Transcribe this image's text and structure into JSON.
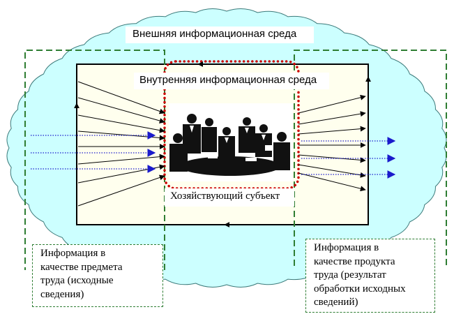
{
  "diagram": {
    "outer_label": "Внешняя информационная среда",
    "inner_label": "Внутренняя информационная среда",
    "center_label": "Хозяйствующий субъект",
    "left_note": {
      "lines": [
        "Информация в",
        "качестве предмета",
        "труда (исходные",
        "сведения)"
      ]
    },
    "right_note": {
      "lines": [
        "Информация в",
        "качестве продукта",
        "труда (результат",
        "обработки исходных",
        "сведений)"
      ]
    },
    "picture_description_icon": "people-meeting-icon",
    "colors": {
      "outer_fill": "#ccffff",
      "outer_stroke": "#3c7a7a",
      "dashed_green": "#2e7d32",
      "dotted_red": "#cc0000",
      "inner_fill": "#ffffee",
      "arrow_blue": "#1a1acc",
      "arrow_black": "#000000"
    }
  }
}
